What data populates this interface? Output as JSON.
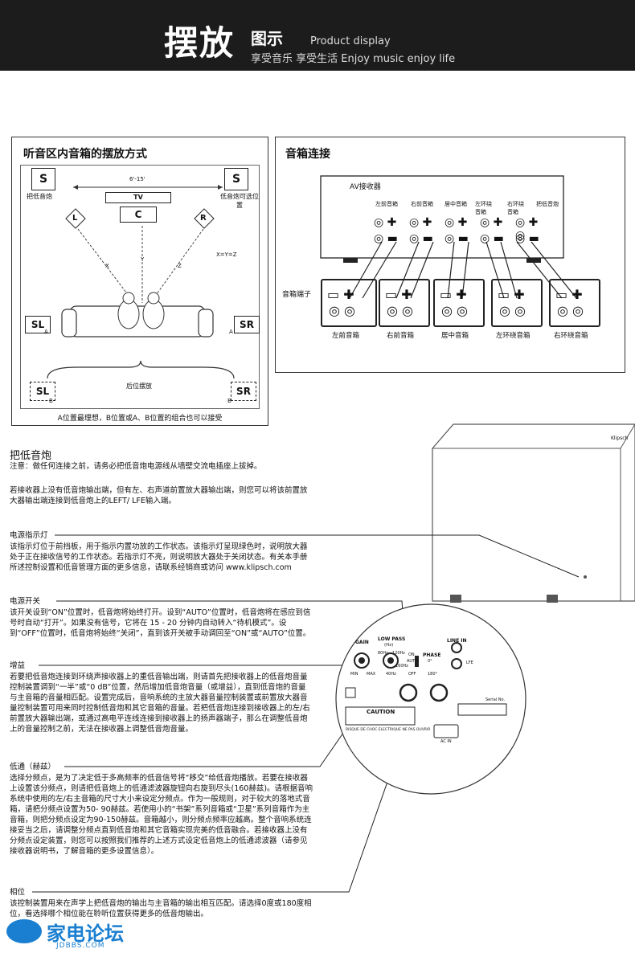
{
  "header": {
    "title_big": "摆放",
    "title_small": "图示",
    "en_line1": "Product display",
    "en_line2": "享受音乐 享受生活  Enjoy music  enjoy life"
  },
  "layout_panel": {
    "title": "听音区内音箱的摆放方式",
    "s_label": "S",
    "s_left_caption": "把低音炮",
    "s_right_caption": "低音炮可选位置",
    "width_label": "6'-15'",
    "tv_label": "TV",
    "c_label": "C",
    "l_label": "L",
    "r_label": "R",
    "x_label": "X",
    "y_label": "Y",
    "z_label": "Z",
    "equation": "X=Y=Z",
    "sl_label": "SL",
    "sr_label": "SR",
    "a_label": "A",
    "b_label": "B",
    "rear_caption": "后位摆放",
    "footer": "A位置最理想，B位置或A、B位置的组合也可以接受"
  },
  "connect_panel": {
    "title": "音箱连接",
    "receiver_label": "AV接收器",
    "channel_labels": [
      "左前音箱",
      "右前音箱",
      "居中音箱",
      "左环绕音箱",
      "右环绕音箱",
      "把低音炮"
    ],
    "terminal_label": "音箱端子",
    "speaker_labels": [
      "左前音箱",
      "右前音箱",
      "居中音箱",
      "左环绕音箱",
      "右环绕音箱"
    ]
  },
  "subwoofer": {
    "heading": "把低音炮",
    "note": "注意：做任何连接之前，请务必把低音炮电源线从墙壁交流电插座上拔掉。",
    "intro": "若接收器上没有低音炮输出端，但有左、右声道前置放大器输出端，则您可以将该前置放大器输出端连接到低音炮上的LEFT/ LFE输入端。",
    "brand": "Klipsch",
    "sections": [
      {
        "title": "电源指示灯",
        "body": "该指示灯位于前挡板，用于指示内置功放的工作状态。该指示灯呈现绿色时，说明放大器处于正在接收信号的工作状态。若指示灯不亮，则说明放大器处于关闭状态。有关本手册所述控制设置和低音管理方面的更多信息，请联系经销商或访问 www.klipsch.com"
      },
      {
        "title": "电源开关",
        "body": "该开关设到“ON”位置时，低音炮将始终打开。设到“AUTO”位置时，低音炮将在感应到信号时自动“打开”。如果没有信号，它将在  15 - 20  分钟内自动转入“待机模式”。设到“OFF”位置时，低音炮将始终“关闭”，直到该开关被手动调回至“ON”或“AUTO”位置。"
      },
      {
        "title": "增益",
        "body": "若要把低音炮连接到环绕声接收器上的重低音输出端，则请首先把接收器上的低音炮音量控制装置调到“一半”或“0 dB”位置，然后增加低音炮音量（或增益），直到低音炮的音量与主音箱的音量相匹配。设置完成后，音响系统的主放大器音量控制装置或前置放大器音量控制装置可用来同时控制低音炮和其它音箱的音量。若把低音炮连接到接收器上的左/右前置放大器输出端，或通过高电平连线连接到接收器上的扬声器端子，那么在调整低音炮上的音量控制之前，无法在接收器上调整低音炮音量。"
      },
      {
        "title": "低通（赫兹）",
        "body": "选择分频点，是为了决定低于多高频率的低音信号将“移交”给低音炮播放。若要在接收器上设置该分频点，则请把低音炮上的低通滤波器旋钮向右旋到尽头(160赫兹)。请根据音响系统中使用的左/右主音箱的尺寸大小来设定分频点。作为一般规则，对于较大的落地式音箱，请把分频点设置为50- 90赫兹。若使用小的“书架”系列音箱或“卫星”系列音箱作为主音箱，则把分频点设定为90-150赫兹。音箱越小，则分频点频率应越高。整个音响系统连接妥当之后，请调整分频点直到低音炮和其它音箱实现完美的低音融合。若接收器上没有分频点设定装置，则您可以按照我们推荐的上述方式设定低音炮上的低通滤波器（请参见接收器说明书，了解音箱的更多设置信息）。"
      },
      {
        "title": "相位",
        "body": "该控制装置用来在声学上把低音炮的输出与主音箱的输出相互匹配。请选择0度或180度相位，看选择哪个相位能在聆听位置获得更多的低音炮输出。"
      }
    ]
  },
  "panel_labels": {
    "gain": "GAIN",
    "low_pass": "LOW PASS",
    "hz": "(Hz)",
    "phase": "PHASE",
    "line_in": "LINE IN",
    "on": "ON",
    "auto": "AUTO",
    "off": "OFF",
    "lfe": "LFE",
    "min": "MIN",
    "max": "MAX",
    "deg0": "0°",
    "deg180": "180°",
    "hz40": "40Hz",
    "hz80": "80Hz",
    "hz120": "120Hz",
    "hz160": "160Hz",
    "caution": "CAUTION",
    "risque": "RISQUE DE CHOC ELECTRIQUE NE PAS OUVRIR",
    "ac_in": "AC IN",
    "serial": "Serial No."
  },
  "watermark": {
    "logo_text": "家电论坛",
    "url": "JDBBS.COM"
  }
}
